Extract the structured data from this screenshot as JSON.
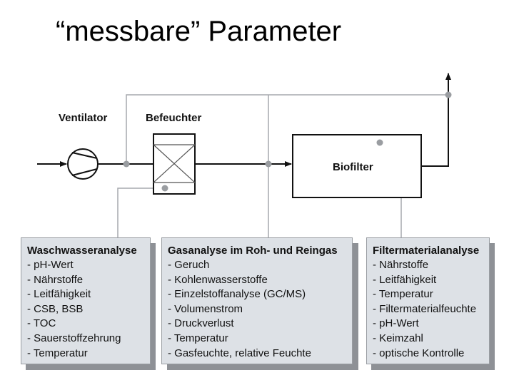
{
  "title": "“messbare” Parameter",
  "components": {
    "ventilator": "Ventilator",
    "befeuchter": "Befeuchter",
    "biofilter": "Biofilter"
  },
  "panels": [
    {
      "heading": "Waschwasseranalyse",
      "items": [
        "- pH-Wert",
        "- Nährstoffe",
        "- Leitfähigkeit",
        "- CSB, BSB",
        "- TOC",
        "- Sauerstoffzehrung",
        "- Temperatur"
      ]
    },
    {
      "heading": "Gasanalyse im Roh- und Reingas",
      "items": [
        "- Geruch",
        "- Kohlenwasserstoffe",
        "- Einzelstoffanalyse (GC/MS)",
        "- Volumenstrom",
        "- Druckverlust",
        "- Temperatur",
        "- Gasfeuchte, relative Feuchte"
      ]
    },
    {
      "heading": "Filtermaterialanalyse",
      "items": [
        "- Nährstoffe",
        "- Leitfähigkeit",
        "- Temperatur",
        "- Filtermaterialfeuchte",
        "- pH-Wert",
        "- Keimzahl",
        "- optische Kontrolle"
      ]
    }
  ],
  "colors": {
    "flow_line": "#111111",
    "sample_line": "#a6a9ad",
    "sample_point": "#9a9da1",
    "panel_bg": "#dde1e6",
    "panel_shadow": "#8e9196"
  }
}
